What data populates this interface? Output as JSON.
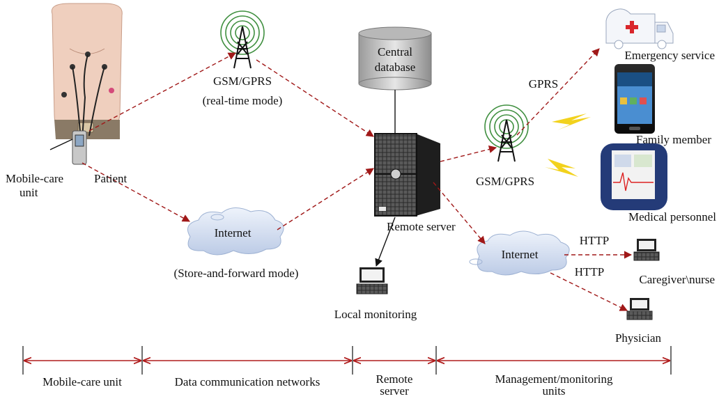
{
  "labels": {
    "mobile_care_unit": [
      "Mobile-care",
      "unit"
    ],
    "patient": "Patient",
    "gsm_gprs_top": "GSM/GPRS",
    "real_time_mode": "(real-time mode)",
    "central_database": [
      "Central",
      "database"
    ],
    "internet_left": "Internet",
    "store_forward": "(Store-and-forward mode)",
    "remote_server": "Remote server",
    "local_monitoring": "Local monitoring",
    "gsm_gprs_right": "GSM/GPRS",
    "gprs": "GPRS",
    "emergency_service": "Emergency service",
    "family_member": "Family member",
    "medical_personnel": "Medical personnel",
    "internet_right": "Internet",
    "http_1": "HTTP",
    "http_2": "HTTP",
    "caregiver_nurse": "Caregiver\\nurse",
    "physician": "Physician"
  },
  "sections": [
    {
      "label": [
        "Mobile-care unit"
      ]
    },
    {
      "label": [
        "Data communication networks"
      ]
    },
    {
      "label": [
        "Remote",
        "server"
      ]
    },
    {
      "label": [
        "Management/monitoring",
        "units"
      ]
    }
  ],
  "colors": {
    "link_dashed": "#a01818",
    "section_bar": "#b01c1c",
    "tower_rings": "#3f8f3f",
    "cloud_fill": "#d7e3f5",
    "lightning": "#f2d21d"
  }
}
